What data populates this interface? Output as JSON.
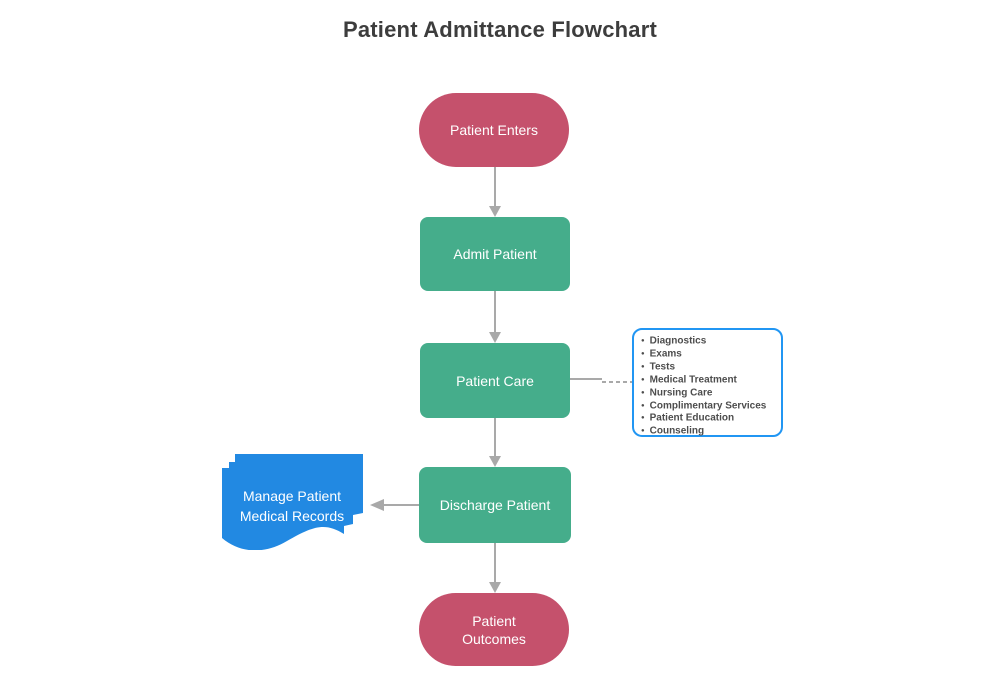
{
  "title": "Patient Admittance Flowchart",
  "colors": {
    "background": "#ffffff",
    "terminator": "#c5516c",
    "process": "#45ad8b",
    "document": "#2289e2",
    "callout_border": "#2196f3",
    "connector": "#a9a9a9",
    "title_text": "#3d3d3d",
    "node_text": "#ffffff",
    "list_text": "#4d4d4d"
  },
  "nodes": {
    "patient_enters": {
      "label": "Patient Enters",
      "type": "terminator"
    },
    "admit_patient": {
      "label": "Admit Patient",
      "type": "process"
    },
    "patient_care": {
      "label": "Patient Care",
      "type": "process"
    },
    "discharge_patient": {
      "label": "Discharge Patient",
      "type": "process"
    },
    "manage_records": {
      "label": "Manage Patient Medical Records",
      "type": "document"
    },
    "patient_outcomes": {
      "label": "Patient Outcomes",
      "type": "terminator"
    }
  },
  "care_services": [
    "Diagnostics",
    "Exams",
    "Tests",
    "Medical Treatment",
    "Nursing Care",
    "Complimentary Services",
    "Patient Education",
    "Counseling"
  ]
}
